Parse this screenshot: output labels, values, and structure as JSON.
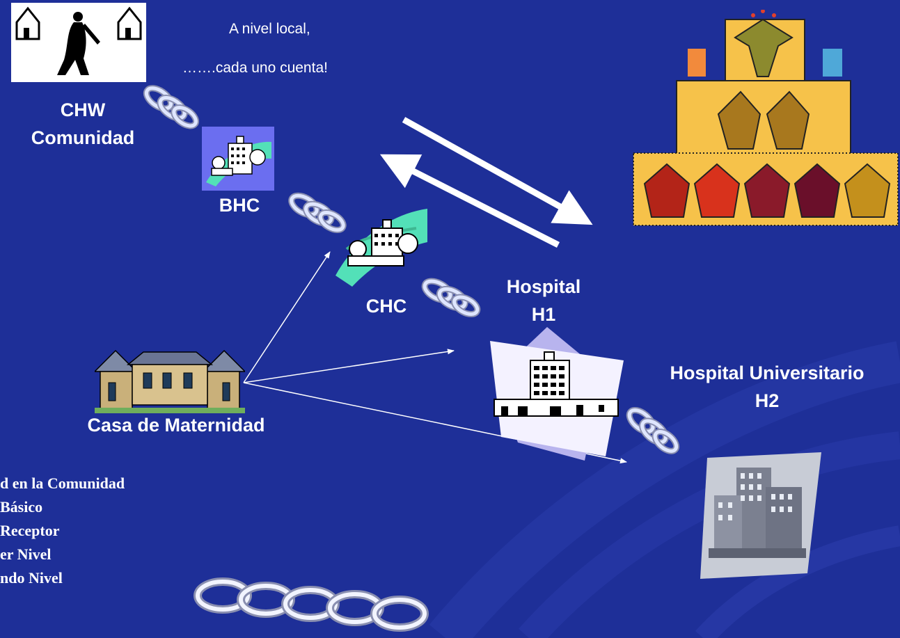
{
  "intro": {
    "line1": "A nivel local,",
    "line2": "…….cada uno cuenta!"
  },
  "nodes": {
    "chw": {
      "line1": "CHW",
      "line2": "Comunidad"
    },
    "bhc": "BHC",
    "chc": "CHC",
    "h1": {
      "line1": "Hospital",
      "line2": "H1"
    },
    "h2": {
      "line1": "Hospital Universitario",
      "line2": "H2"
    },
    "maternity": "Casa de Maternidad"
  },
  "legend": [
    "d en la Comunidad",
    "Básico",
    "Receptor",
    "er Nivel",
    "ndo Nivel"
  ],
  "colors": {
    "background": "#1e2f98",
    "text": "#ffffff",
    "arrow": "#ffffff",
    "pyramid": "#f6c24a",
    "clipart_teal": "#55e0c0"
  },
  "icons": [
    "houses-walking-woman-icon",
    "chain-link-icon",
    "clinic-icon",
    "health-center-icon",
    "hospital-icon",
    "university-hospital-icon",
    "maternity-house-icon",
    "human-pyramid-icon"
  ]
}
